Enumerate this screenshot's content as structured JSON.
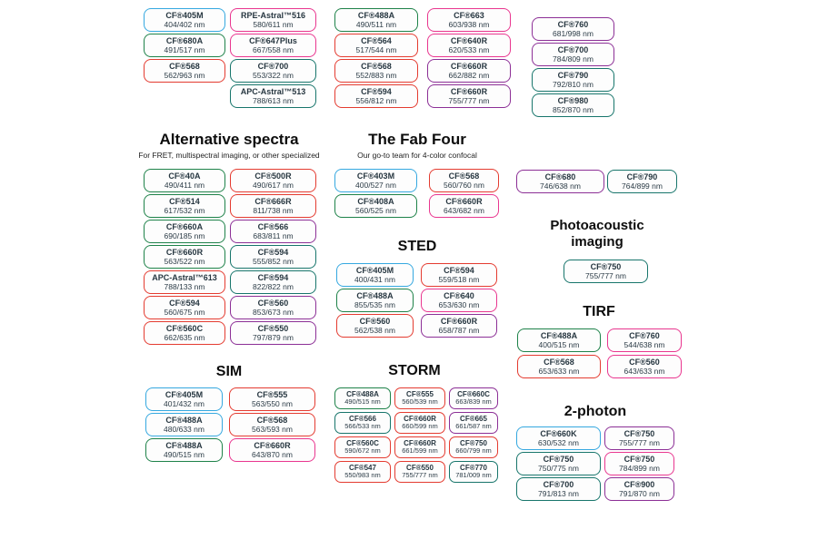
{
  "colors": {
    "blue": "#35a8e0",
    "green": "#1e8249",
    "teal": "#17756b",
    "red": "#e43b30",
    "pink": "#e9368f",
    "purple": "#8c2f96"
  },
  "top_columns": [
    [
      {
        "n": "CF®405M",
        "v": "404/402 nm",
        "c": "blue"
      },
      {
        "n": "CF®680A",
        "v": "491/517 nm",
        "c": "green"
      },
      {
        "n": "CF®568",
        "v": "562/963 nm",
        "c": "red"
      }
    ],
    [
      {
        "n": "RPE-Astral™516",
        "v": "580/611 nm",
        "c": "pink"
      },
      {
        "n": "CF®647Plus",
        "v": "667/558 nm",
        "c": "pink"
      },
      {
        "n": "CF®700",
        "v": "553/322 nm",
        "c": "teal"
      },
      {
        "n": "APC-Astral™513",
        "v": "788/613 nm",
        "c": "teal"
      }
    ],
    [
      {
        "n": "CF®488A",
        "v": "490/511 nm",
        "c": "green"
      },
      {
        "n": "CF®564",
        "v": "517/544 nm",
        "c": "red"
      },
      {
        "n": "CF®568",
        "v": "552/883 nm",
        "c": "red"
      },
      {
        "n": "CF®594",
        "v": "556/812 nm",
        "c": "red"
      }
    ],
    [
      {
        "n": "CF®663",
        "v": "603/938 nm",
        "c": "pink"
      },
      {
        "n": "CF®640R",
        "v": "620/533 nm",
        "c": "pink"
      },
      {
        "n": "CF®660R",
        "v": "662/882 nm",
        "c": "purple"
      },
      {
        "n": "CF®660R",
        "v": "755/777 nm",
        "c": "purple"
      }
    ],
    [
      {
        "n": "CF®760",
        "v": "681/998 nm",
        "c": "purple"
      },
      {
        "n": "CF®700",
        "v": "784/809 nm",
        "c": "purple"
      },
      {
        "n": "CF®790",
        "v": "792/810 nm",
        "c": "teal"
      },
      {
        "n": "CF®980",
        "v": "852/870 nm",
        "c": "teal"
      }
    ]
  ],
  "floating_badges": [
    {
      "n": "CF®680",
      "v": "746/638 nm",
      "c": "purple"
    },
    {
      "n": "CF®790",
      "v": "764/899 nm",
      "c": "teal"
    }
  ],
  "sections": {
    "alt": {
      "title": "Alternative spectra",
      "subtitle": "For FRET, multispectral imaging, or other specialized",
      "badges": [
        {
          "n": "CF®40A",
          "v": "490/411 nm",
          "c": "green"
        },
        {
          "n": "CF®500R",
          "v": "490/617 nm",
          "c": "red"
        },
        {
          "n": "CF®514",
          "v": "617/532 nm",
          "c": "green"
        },
        {
          "n": "CF®666R",
          "v": "811/738 nm",
          "c": "red"
        },
        {
          "n": "CF®660A",
          "v": "690/185 nm",
          "c": "green"
        },
        {
          "n": "CF®566",
          "v": "683/811 nm",
          "c": "purple"
        },
        {
          "n": "CF®660R",
          "v": "563/522 nm",
          "c": "green"
        },
        {
          "n": "CF®594",
          "v": "555/852 nm",
          "c": "teal"
        },
        {
          "n": "APC-Astral™613",
          "v": "788/133 nm",
          "c": "red"
        },
        {
          "n": "CF®594",
          "v": "822/822 nm",
          "c": "teal"
        },
        {
          "n": "CF®594",
          "v": "560/675 nm",
          "c": "red"
        },
        {
          "n": "CF®560",
          "v": "853/673 nm",
          "c": "purple"
        },
        {
          "n": "CF®560C",
          "v": "662/635 nm",
          "c": "red"
        },
        {
          "n": "CF®550",
          "v": "797/879 nm",
          "c": "purple"
        }
      ]
    },
    "fab": {
      "title": "The Fab Four",
      "subtitle": "Our go-to team for 4-color confocal",
      "badges": [
        {
          "n": "CF®403M",
          "v": "400/527 nm",
          "c": "blue"
        },
        {
          "n": "CF®568",
          "v": "560/760 nm",
          "c": "red"
        },
        {
          "n": "CF®408A",
          "v": "560/525 nm",
          "c": "green"
        },
        {
          "n": "CF®660R",
          "v": "643/682 nm",
          "c": "pink"
        }
      ]
    },
    "sted": {
      "title": "STED",
      "badges": [
        {
          "n": "CF®405M",
          "v": "400/431 nm",
          "c": "blue"
        },
        {
          "n": "CF®594",
          "v": "559/518 nm",
          "c": "red"
        },
        {
          "n": "CF®488A",
          "v": "855/535 nm",
          "c": "green"
        },
        {
          "n": "CF®640",
          "v": "653/630 nm",
          "c": "pink"
        },
        {
          "n": "CF®560",
          "v": "562/538 nm",
          "c": "red"
        },
        {
          "n": "CF®660R",
          "v": "658/787 nm",
          "c": "purple"
        }
      ]
    },
    "sim": {
      "title": "SIM",
      "badges": [
        {
          "n": "CF®405M",
          "v": "401/432 nm",
          "c": "blue"
        },
        {
          "n": "CF®555",
          "v": "563/550 nm",
          "c": "red"
        },
        {
          "n": "CF®488A",
          "v": "480/633 nm",
          "c": "blue"
        },
        {
          "n": "CF®568",
          "v": "563/593 nm",
          "c": "red"
        },
        {
          "n": "CF®488A",
          "v": "490/515 nm",
          "c": "green"
        },
        {
          "n": "CF®660R",
          "v": "643/870 nm",
          "c": "pink"
        }
      ]
    },
    "storm": {
      "title": "STORM",
      "badges": [
        {
          "n": "CF®488A",
          "v": "490/515 nm",
          "c": "green"
        },
        {
          "n": "CF®555",
          "v": "560/539 nm",
          "c": "red"
        },
        {
          "n": "CF®660C",
          "v": "663/839 nm",
          "c": "purple"
        },
        {
          "n": "CF®566",
          "v": "566/533 nm",
          "c": "teal"
        },
        {
          "n": "CF®660R",
          "v": "660/599 nm",
          "c": "red"
        },
        {
          "n": "CF®665",
          "v": "661/587 nm",
          "c": "purple"
        },
        {
          "n": "CF®560C",
          "v": "590/672 nm",
          "c": "red"
        },
        {
          "n": "CF®660R",
          "v": "661/599 nm",
          "c": "red"
        },
        {
          "n": "CF®750",
          "v": "660/799 nm",
          "c": "red"
        },
        {
          "n": "CF®547",
          "v": "550/983 nm",
          "c": "red"
        },
        {
          "n": "CF®550",
          "v": "755/777 nm",
          "c": "red"
        },
        {
          "n": "CF®770",
          "v": "781/009 nm",
          "c": "teal"
        }
      ]
    },
    "photo": {
      "title": "Photoacoustic imaging",
      "badges": [
        {
          "n": "CF®750",
          "v": "755/777 nm",
          "c": "teal"
        }
      ]
    },
    "tirf": {
      "title": "TIRF",
      "badges": [
        {
          "n": "CF®488A",
          "v": "400/515 nm",
          "c": "green"
        },
        {
          "n": "CF®760",
          "v": "544/638 nm",
          "c": "pink"
        },
        {
          "n": "CF®568",
          "v": "653/633 nm",
          "c": "red"
        },
        {
          "n": "CF®560",
          "v": "643/633 nm",
          "c": "pink"
        }
      ]
    },
    "twophoton": {
      "title": "2-photon",
      "badges": [
        {
          "n": "CF®660K",
          "v": "630/532 nm",
          "c": "blue"
        },
        {
          "n": "CF®750",
          "v": "755/777 nm",
          "c": "purple"
        },
        {
          "n": "CF®750",
          "v": "750/775 nm",
          "c": "teal"
        },
        {
          "n": "CF®750",
          "v": "784/899 nm",
          "c": "pink"
        },
        {
          "n": "CF®700",
          "v": "791/813 nm",
          "c": "teal"
        },
        {
          "n": "CF®900",
          "v": "791/870 nm",
          "c": "purple"
        }
      ]
    }
  }
}
